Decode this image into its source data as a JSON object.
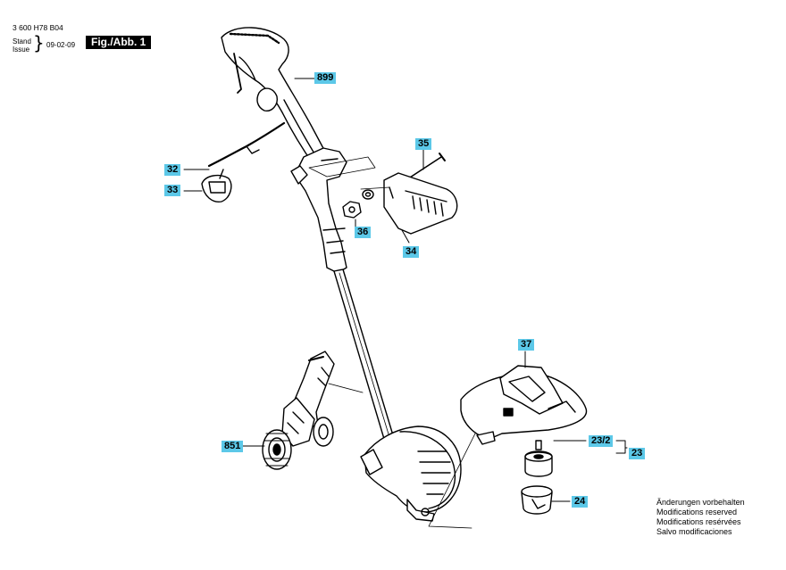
{
  "header": {
    "doc_number": "3 600 H78 B04",
    "stand_label": "Stand",
    "issue_label": "Issue",
    "date": "09-02-09",
    "figure_label": "Fig./Abb. 1"
  },
  "callouts": {
    "c899": "899",
    "c35": "35",
    "c32": "32",
    "c33": "33",
    "c36": "36",
    "c34": "34",
    "c37": "37",
    "c851": "851",
    "c23_2": "23/2",
    "c23": "23",
    "c24": "24"
  },
  "notes": [
    "Änderungen vorbehalten",
    "Modifications reserved",
    "Modifications resérvées",
    "Salvo modificaciones"
  ]
}
